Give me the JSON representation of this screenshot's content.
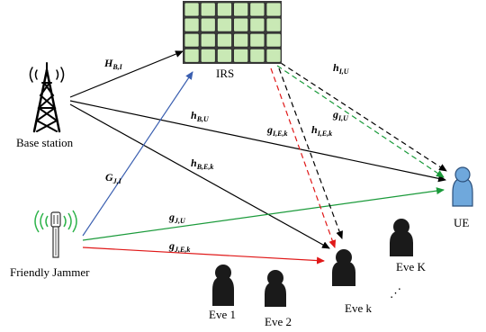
{
  "nodes": {
    "irs": "IRS",
    "base_station": "Base station",
    "friendly_jammer": "Friendly Jammer",
    "ue": "UE",
    "eve_1": "Eve 1",
    "eve_2": "Eve 2",
    "eve_k": "Eve k",
    "eve_K": "Eve K",
    "ellipsis": "⋰"
  },
  "channels": {
    "H_BI": {
      "main": "H",
      "sub": "B,I"
    },
    "h_BU": {
      "main": "h",
      "sub": "B,U"
    },
    "h_BEk": {
      "main": "h",
      "sub": "B,E,k"
    },
    "G_JI": {
      "main": "G",
      "sub": "J,I"
    },
    "g_JU": {
      "main": "g",
      "sub": "J,U"
    },
    "g_JEk": {
      "main": "g",
      "sub": "J,E,k"
    },
    "h_IU": {
      "main": "h",
      "sub": "I,U"
    },
    "g_IU": {
      "main": "g",
      "sub": "I,U"
    },
    "g_IEk": {
      "main": "g",
      "sub": "I,E,k"
    },
    "h_IEk": {
      "main": "h",
      "sub": "I,E,k"
    }
  },
  "colors": {
    "black_link": "#000000",
    "blue_link": "#3a5fb0",
    "green_link": "#1a9a3a",
    "red_link": "#e01818",
    "irs_panel": "#c9e9b5",
    "irs_cell_border": "#2e2e2e",
    "ue_body": "#6fa8dc",
    "eve_body": "#1a1a1a",
    "jammer_wave": "#2db34a"
  },
  "icons": {
    "irs": "irs-panel-icon",
    "base_station": "cell-tower-icon",
    "friendly_jammer": "jammer-antenna-icon",
    "ue": "user-icon",
    "eve": "eavesdropper-icon"
  }
}
